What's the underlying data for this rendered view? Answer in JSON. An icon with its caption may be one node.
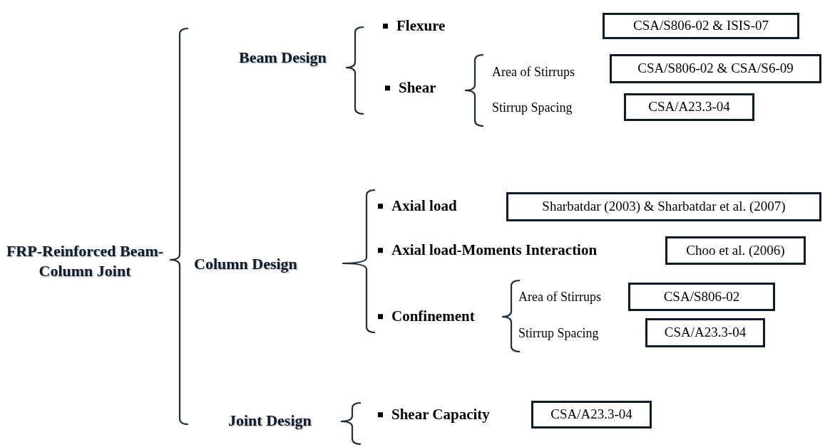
{
  "diagram": {
    "nodes": [
      {
        "text": [
          "CSA/S806-02 & ISIS-07"
        ]
      },
      {
        "text": [
          "CSA/S806-02 & CSA/S6-09"
        ]
      },
      {
        "text": [
          "CSA/A23.3-04"
        ]
      },
      {
        "text": [
          "Sharbatdar (2003) & Sharbatdar et al. (2007)"
        ]
      },
      {
        "text": [
          "Choo et al. (2006)"
        ]
      },
      {
        "text": [
          "CSA/S806-02"
        ]
      },
      {
        "text": [
          "CSA/A23.3-04"
        ]
      },
      {
        "text": [
          "CSA/A23.3-04"
        ]
      }
    ],
    "labels": [
      "FRP-Reinforced Beam-Column Joint",
      "Beam Design",
      "Flexure",
      "Shear",
      "Area of Stirrups",
      "Stirrup Spacing",
      "Column Design",
      "Axial load",
      "Axial load-Moments Interaction",
      "Confinement",
      "Area of Stirrups",
      "Stirrup Spacing",
      "Joint Design",
      "Shear Capacity"
    ]
  }
}
